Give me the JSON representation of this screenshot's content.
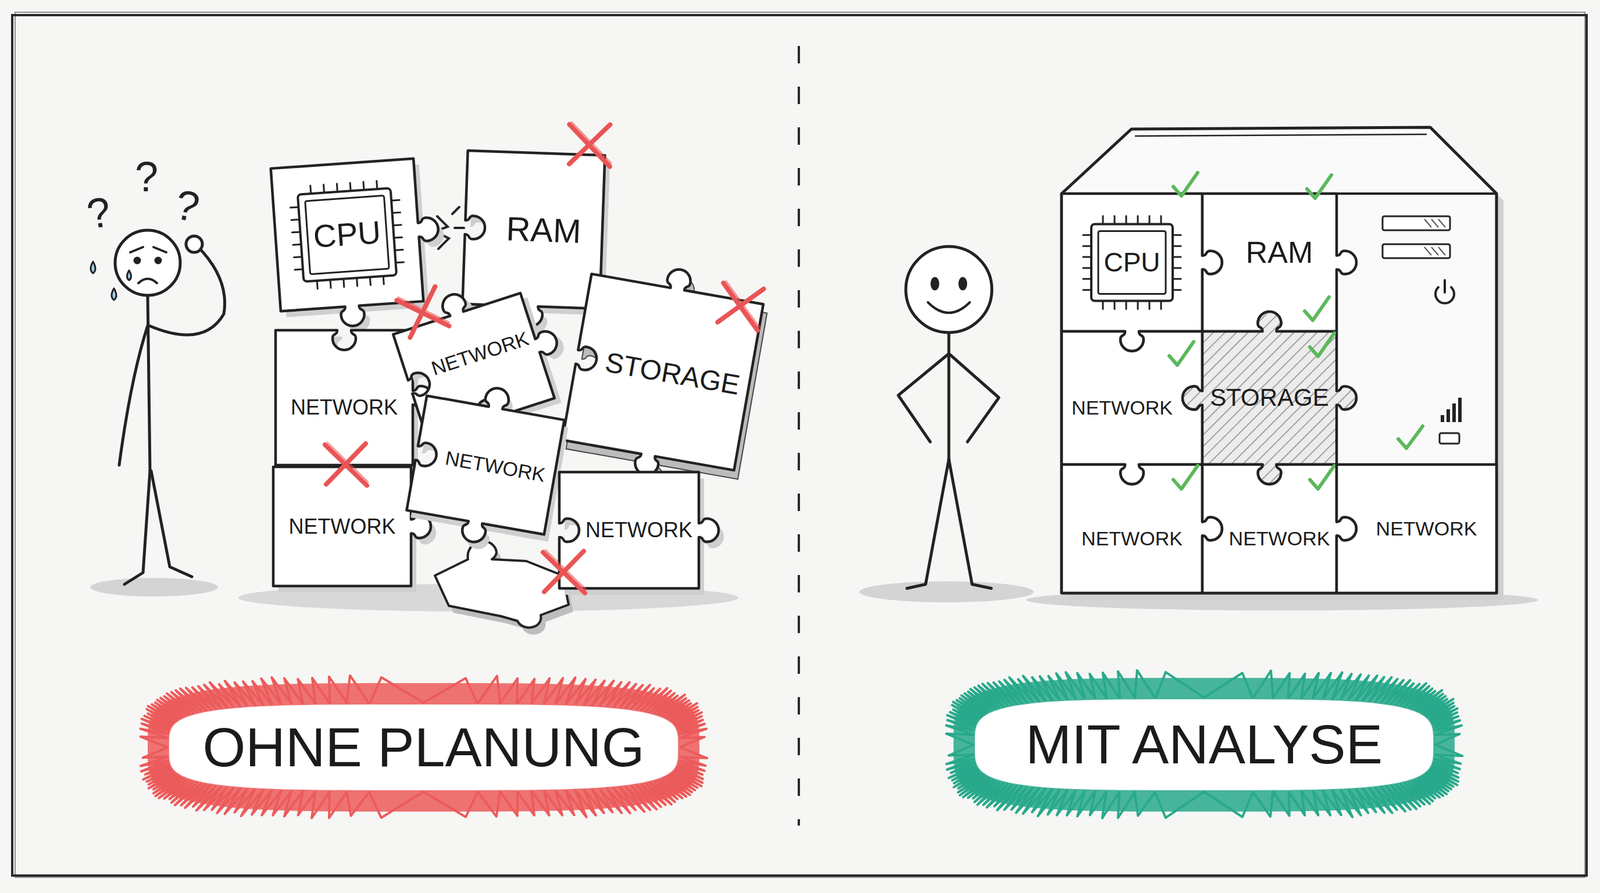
{
  "diagram": {
    "nodes": [
      {
        "text": [
          "CPU"
        ]
      },
      {
        "text": [
          "RAM"
        ]
      },
      {
        "text": [
          "NETWORK"
        ]
      },
      {
        "text": [
          "NETWORK"
        ]
      },
      {
        "text": [
          "STORAGE"
        ]
      },
      {
        "text": [
          "NETWORK"
        ]
      },
      {
        "text": [
          "NETWORK"
        ]
      },
      {
        "text": [
          "NETWORK"
        ]
      },
      {
        "text": [
          "OHNE PLANUNG"
        ]
      },
      {
        "text": [
          "CPU"
        ]
      },
      {
        "text": [
          "RAM"
        ]
      },
      {
        "text": [
          "NETWORK"
        ]
      },
      {
        "text": [
          "STORAGE"
        ]
      },
      {
        "text": [
          "NETWORK"
        ]
      },
      {
        "text": [
          "NETWORK"
        ]
      },
      {
        "text": [
          "NETWORK"
        ]
      },
      {
        "text": [
          "MIT ANALYSE"
        ]
      }
    ],
    "labels": [
      "?",
      "?",
      "?"
    ]
  }
}
